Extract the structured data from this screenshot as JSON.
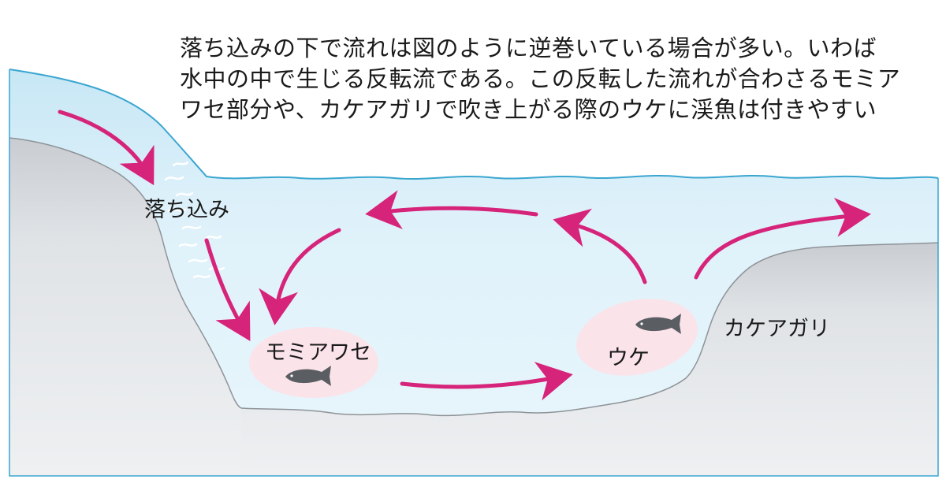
{
  "caption": {
    "line1": "落ち込みの下で流れは図のように逆巻いている場合が多い。いわば",
    "line2": "水中の中で生じる反転流である。この反転した流れが合わさるモミア",
    "line3": "ワセ部分や、カケアガリで吹き上がる際のウケに渓魚は付きやすい"
  },
  "labels": {
    "ochikomi": "落ち込み",
    "momiawase": "モミアワセ",
    "uke": "ウケ",
    "kakeagari": "カケアガリ"
  },
  "colors": {
    "water": "#dff2fb",
    "water_surface": "#c6e6f4",
    "water_line": "#3aa6d0",
    "rock": "#e3e6e9",
    "rock_top": "#c8ccd1",
    "rock_edge": "#8e9398",
    "arrow": "#d6247a",
    "fish_zone": "#fbe3ea",
    "fish": "#5a5e63",
    "bubbles": "#ffffff"
  },
  "icons": [
    "fish-icon",
    "bubble-icon",
    "arrow-icon"
  ]
}
